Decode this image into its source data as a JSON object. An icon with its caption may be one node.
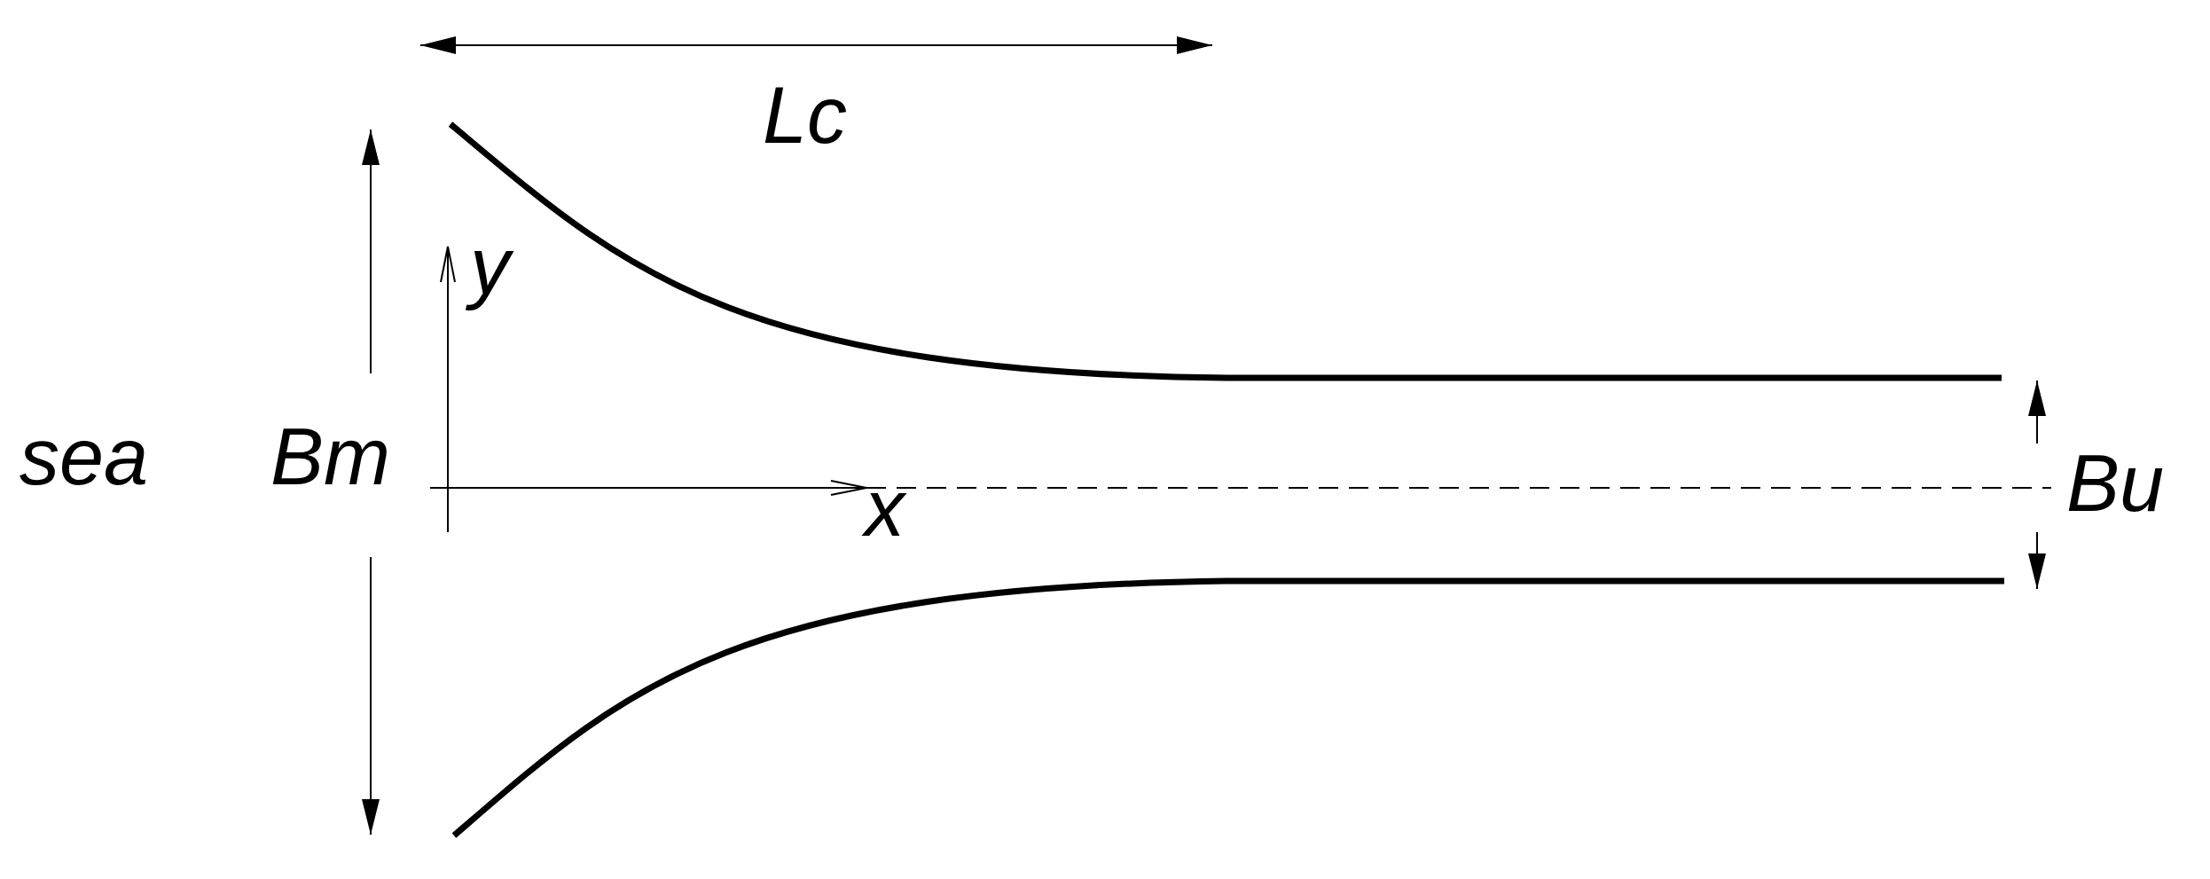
{
  "diagram": {
    "labels": [
      "Lc",
      "y",
      "sea",
      "Bm",
      "x",
      "Bu"
    ]
  }
}
